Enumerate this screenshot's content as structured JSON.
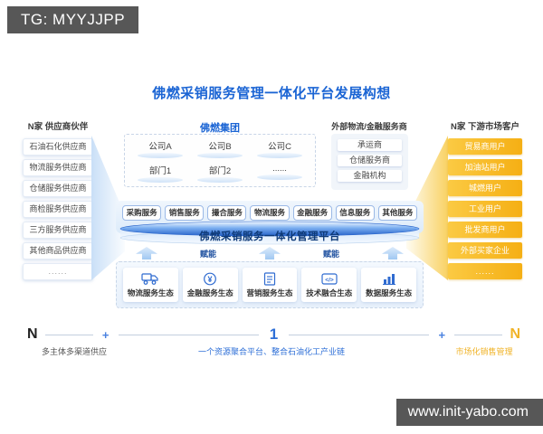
{
  "banners": {
    "top_left": "TG: MYYJJPP",
    "bottom_right": "www.init-yabo.com"
  },
  "title": "佛燃采销服务管理一体化平台发展构想",
  "suppliers": {
    "header": "N家 供应商伙伴",
    "items": [
      "石油石化供应商",
      "物流服务供应商",
      "仓储服务供应商",
      "商检服务供应商",
      "三方服务供应商",
      "其他商品供应商",
      "......"
    ]
  },
  "group": {
    "header": "佛燃集团",
    "items": [
      "公司A",
      "公司B",
      "公司C",
      "部门1",
      "部门2",
      "......"
    ]
  },
  "external": {
    "header": "外部物流/金融服务商",
    "items": [
      "承运商",
      "仓储服务商",
      "金融机构"
    ]
  },
  "customers": {
    "header": "N家 下游市场客户",
    "items": [
      "贸易商用户",
      "加油站用户",
      "城燃用户",
      "工业用户",
      "批发商用户",
      "外部买家企业",
      "......"
    ]
  },
  "services": [
    "采购服务",
    "销售服务",
    "撮合服务",
    "物流服务",
    "金融服务",
    "信息服务",
    "其他服务"
  ],
  "platform": {
    "label": "佛燃采销服务一体化管理平台",
    "empower": "赋能"
  },
  "ecosystems": [
    {
      "label": "物流服务生态",
      "icon": "truck-icon"
    },
    {
      "label": "金融服务生态",
      "icon": "yuan-coin-icon"
    },
    {
      "label": "营销服务生态",
      "icon": "marketing-doc-icon"
    },
    {
      "label": "技术融合生态",
      "icon": "code-icon"
    },
    {
      "label": "数据服务生态",
      "icon": "bar-chart-icon"
    }
  ],
  "bottom": {
    "left_symbol": "N",
    "plus": "+",
    "center_symbol": "1",
    "right_symbol": "N",
    "left_caption": "多主体多渠道供应",
    "center_caption": "一个资源聚合平台、整合石油化工产业链",
    "right_caption": "市场化销售管理"
  },
  "colors": {
    "accent_blue": "#1a64d4",
    "platform_navy": "#0e3a78",
    "customer_orange": "#f5af14",
    "banner_gray": "#575757"
  }
}
